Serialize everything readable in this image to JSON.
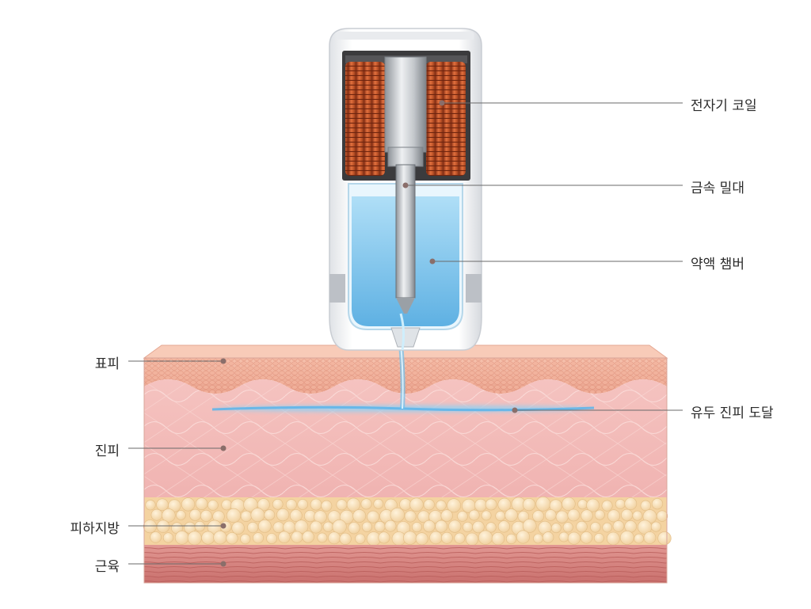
{
  "labels": {
    "coil": "전자기 코일",
    "rod": "금속 밀대",
    "chamber": "약액 챔버",
    "epidermis": "표피",
    "dermis": "진피",
    "fat": "피하지방",
    "muscle": "근육",
    "delivery": "유두 진피 도달"
  },
  "colors": {
    "coil": "#c2522a",
    "liquid": "#7cc6ee",
    "epidermis": "#f3b6a0",
    "dermis": "#f6c9c6",
    "fat": "#f7dcb2",
    "muscle": "#d98682",
    "housing": "#f4f5f7"
  }
}
